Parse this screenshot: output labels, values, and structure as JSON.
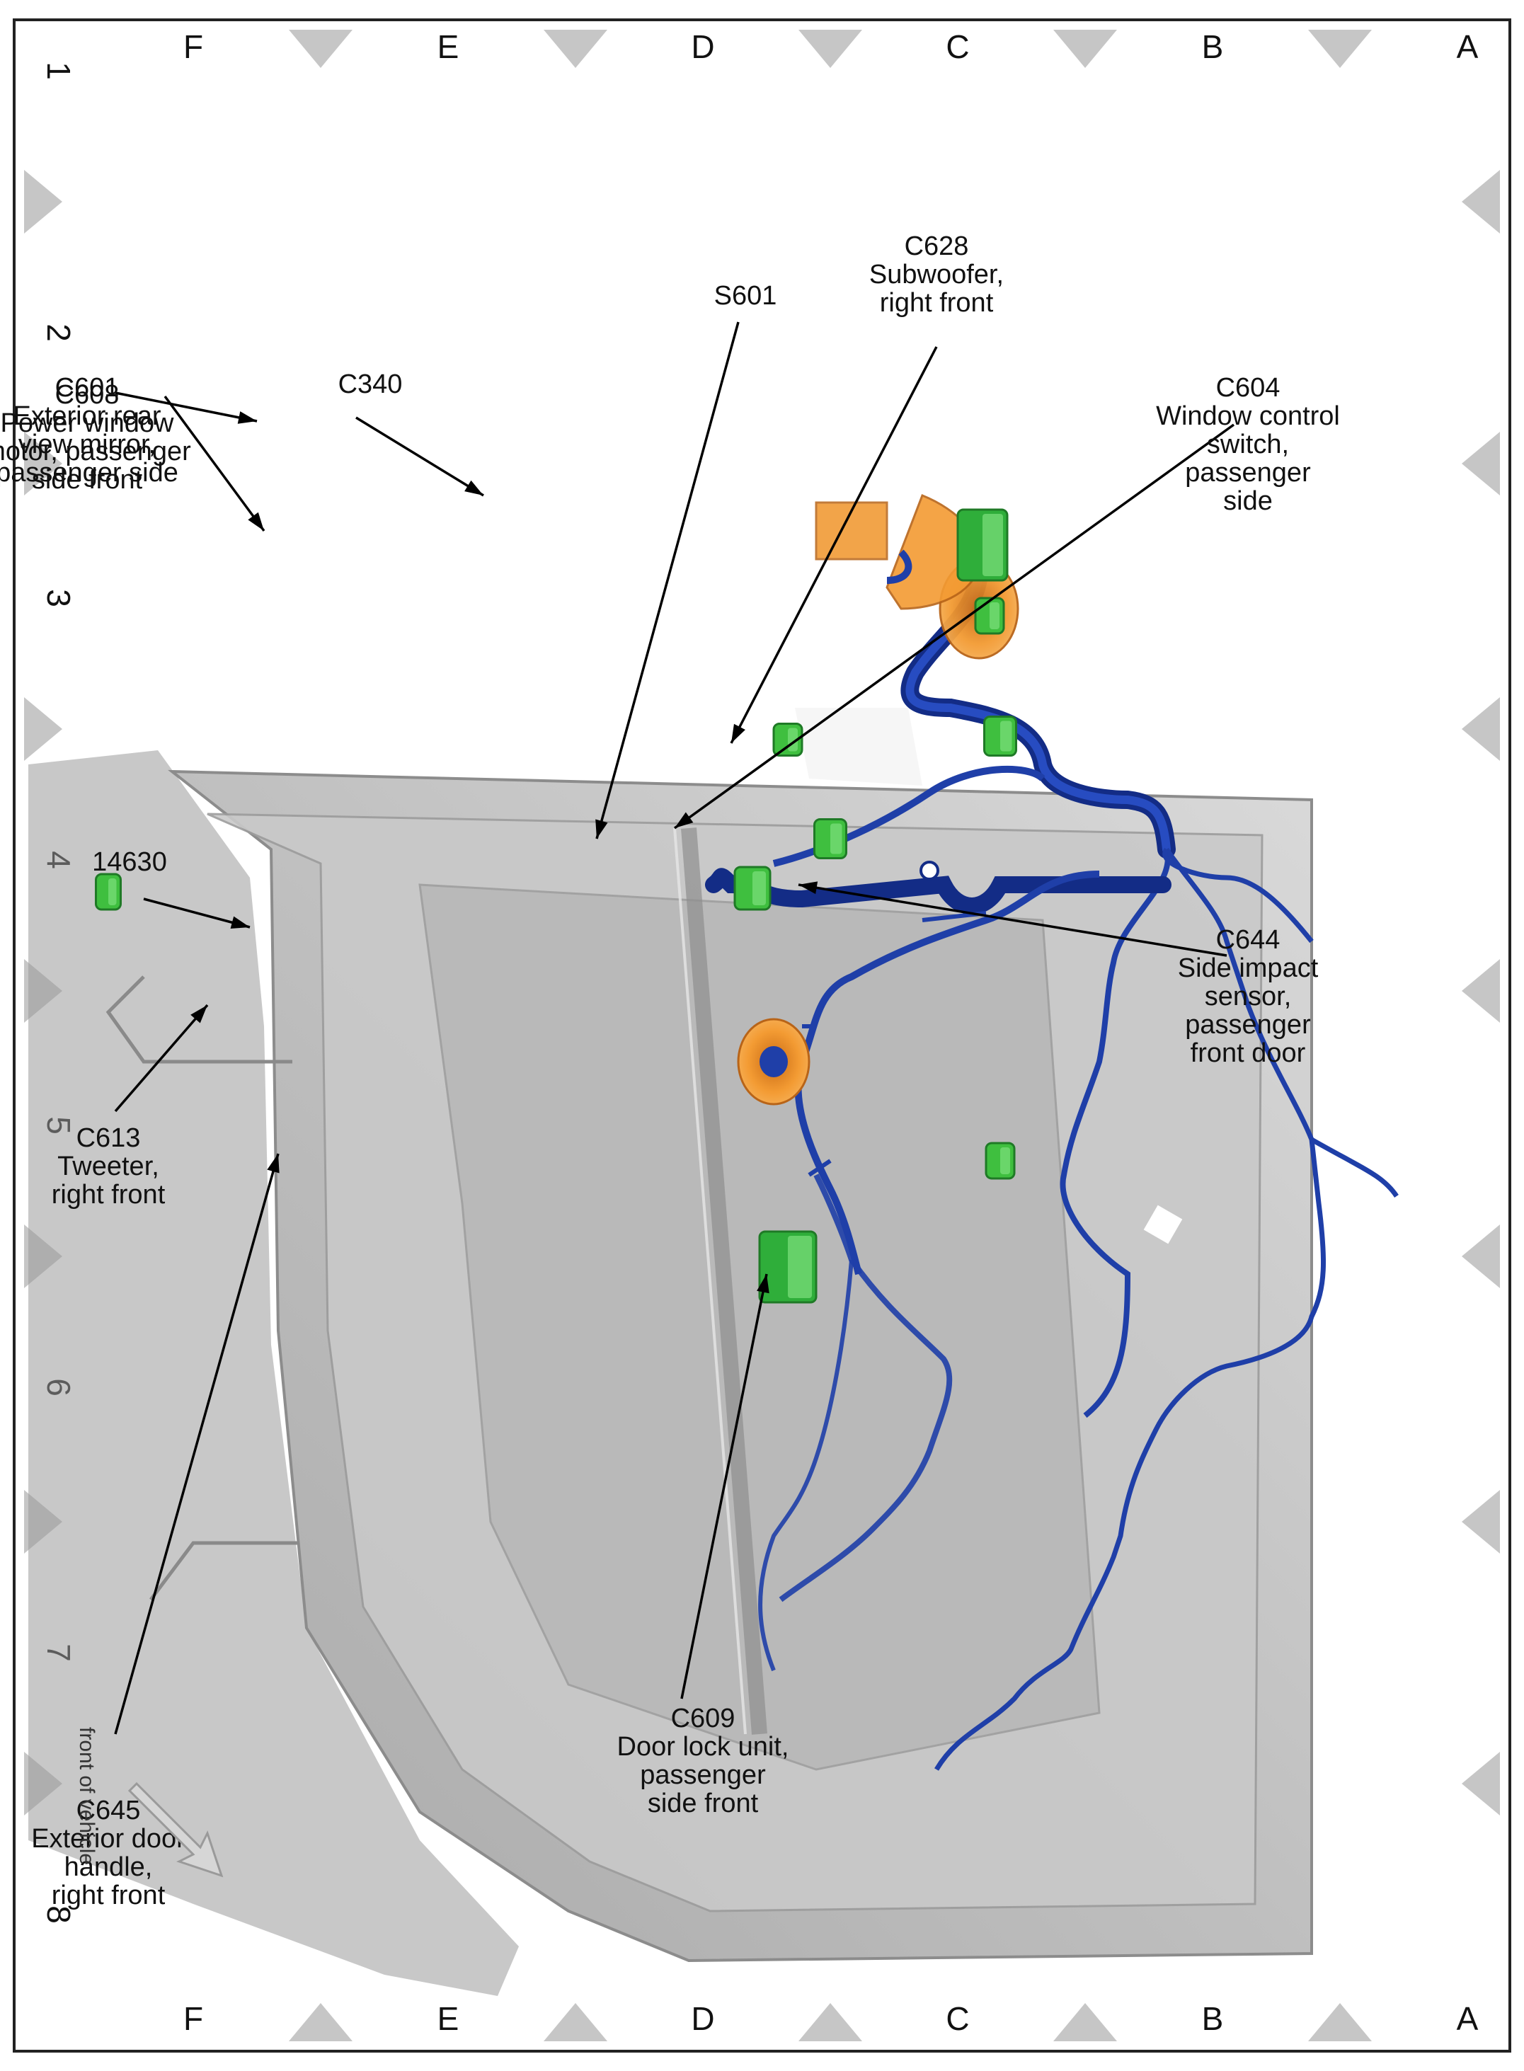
{
  "grid": {
    "columns": [
      "1",
      "2",
      "3",
      "4",
      "5",
      "6",
      "7",
      "8"
    ],
    "rows": [
      "A",
      "B",
      "C",
      "D",
      "E",
      "F"
    ]
  },
  "callouts": [
    {
      "id": "C601",
      "lines": [
        "C601",
        "Exterior rear",
        "view mirror,",
        "passenger side"
      ]
    },
    {
      "id": "C340",
      "lines": [
        "C340"
      ]
    },
    {
      "id": "C608",
      "lines": [
        "C608",
        "Power window",
        "motor, passenger",
        "side front"
      ]
    },
    {
      "id": "14630",
      "lines": [
        "14630"
      ]
    },
    {
      "id": "C613",
      "lines": [
        "C613",
        "Tweeter,",
        "right front"
      ]
    },
    {
      "id": "C645",
      "lines": [
        "C645",
        "Exterior door",
        "handle,",
        "right front"
      ]
    },
    {
      "id": "S601",
      "lines": [
        "S601"
      ]
    },
    {
      "id": "C628",
      "lines": [
        "C628",
        "Subwoofer,",
        "right front"
      ]
    },
    {
      "id": "C604",
      "lines": [
        "C604",
        "Window control",
        "switch,",
        "passenger",
        "side"
      ]
    },
    {
      "id": "C644",
      "lines": [
        "C644",
        "Side impact",
        "sensor,",
        "passenger",
        "front door"
      ]
    },
    {
      "id": "C609",
      "lines": [
        "C609",
        "Door lock unit,",
        "passenger",
        "side front"
      ]
    }
  ],
  "front_indicator": {
    "label": "front of vehicle"
  },
  "colors": {
    "harness": "#1f3fa8",
    "connector": "#3fbf3f",
    "grommet": "#f0952a",
    "door_panel": "#bdbdbd",
    "grid_marker": "#c6c6c6"
  }
}
